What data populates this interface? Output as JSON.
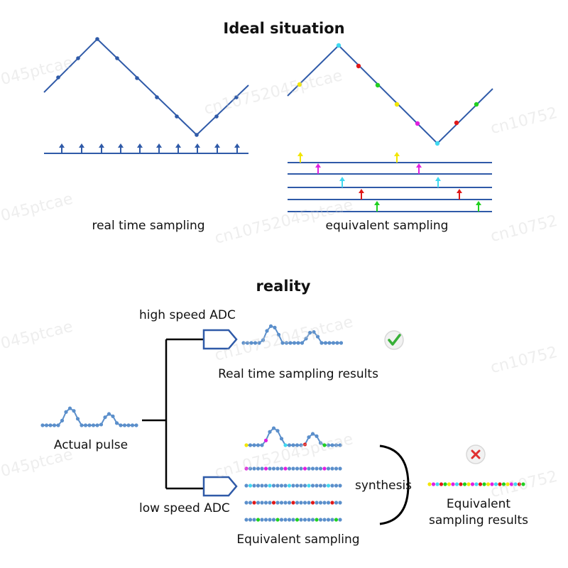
{
  "titles": {
    "ideal": "Ideal situation",
    "reality": "reality"
  },
  "labels": {
    "real_time_sampling": "real time sampling",
    "equivalent_sampling_top": "equivalent sampling",
    "high_speed_adc": "high speed ADC",
    "real_time_results": "Real time sampling results",
    "actual_pulse": "Actual pulse",
    "low_speed_adc": "low speed ADC",
    "synthesis": "synthesis",
    "equivalent_results_line1": "Equivalent",
    "equivalent_results_line2": "sampling results",
    "equivalent_sampling_bottom": "Equivalent sampling"
  },
  "status": {
    "real_time": "success",
    "equivalent": "failure"
  },
  "colors": {
    "line": "#2f5aa8",
    "point": "#5b8fcb",
    "yellow": "#f2e600",
    "magenta": "#e020e0",
    "cyan": "#40d8f0",
    "red": "#e01818",
    "green": "#20d020",
    "check": "#38b038",
    "cross": "#e03030",
    "bracket": "#000000"
  },
  "watermarks": [
    "045ptcae",
    "cn10752045ptcae",
    "cn10752"
  ]
}
